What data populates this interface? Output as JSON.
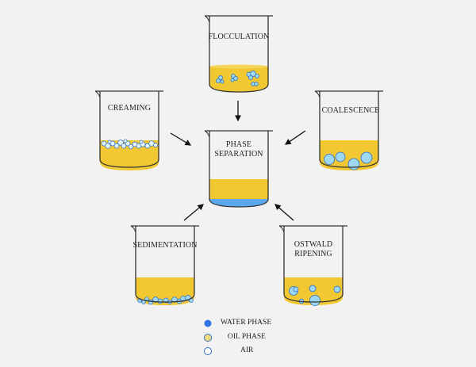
{
  "colors": {
    "background": "#f2f2f2",
    "oil": "#f2c832",
    "water": "#5aa7ec",
    "air_droplet": "#9ed8f2",
    "outline": "#222222"
  },
  "beakers": {
    "flocculation": {
      "label": "FLOCCULATION"
    },
    "creaming": {
      "label": "CREAMING"
    },
    "coalescence": {
      "label": "COALESCENCE"
    },
    "phase_separation": {
      "label_line1": "PHASE",
      "label_line2": "SEPARATION"
    },
    "sedimentation": {
      "label": "SEDIMENTATION"
    },
    "ostwald": {
      "label_line1": "OSTWALD",
      "label_line2": "RIPENING"
    }
  },
  "legend": [
    {
      "label": "WATER PHASE",
      "color": "#2f73e0"
    },
    {
      "label": "OIL PHASE",
      "color": "#f2de80"
    },
    {
      "label": "AIR",
      "color": "#ffffff"
    }
  ]
}
